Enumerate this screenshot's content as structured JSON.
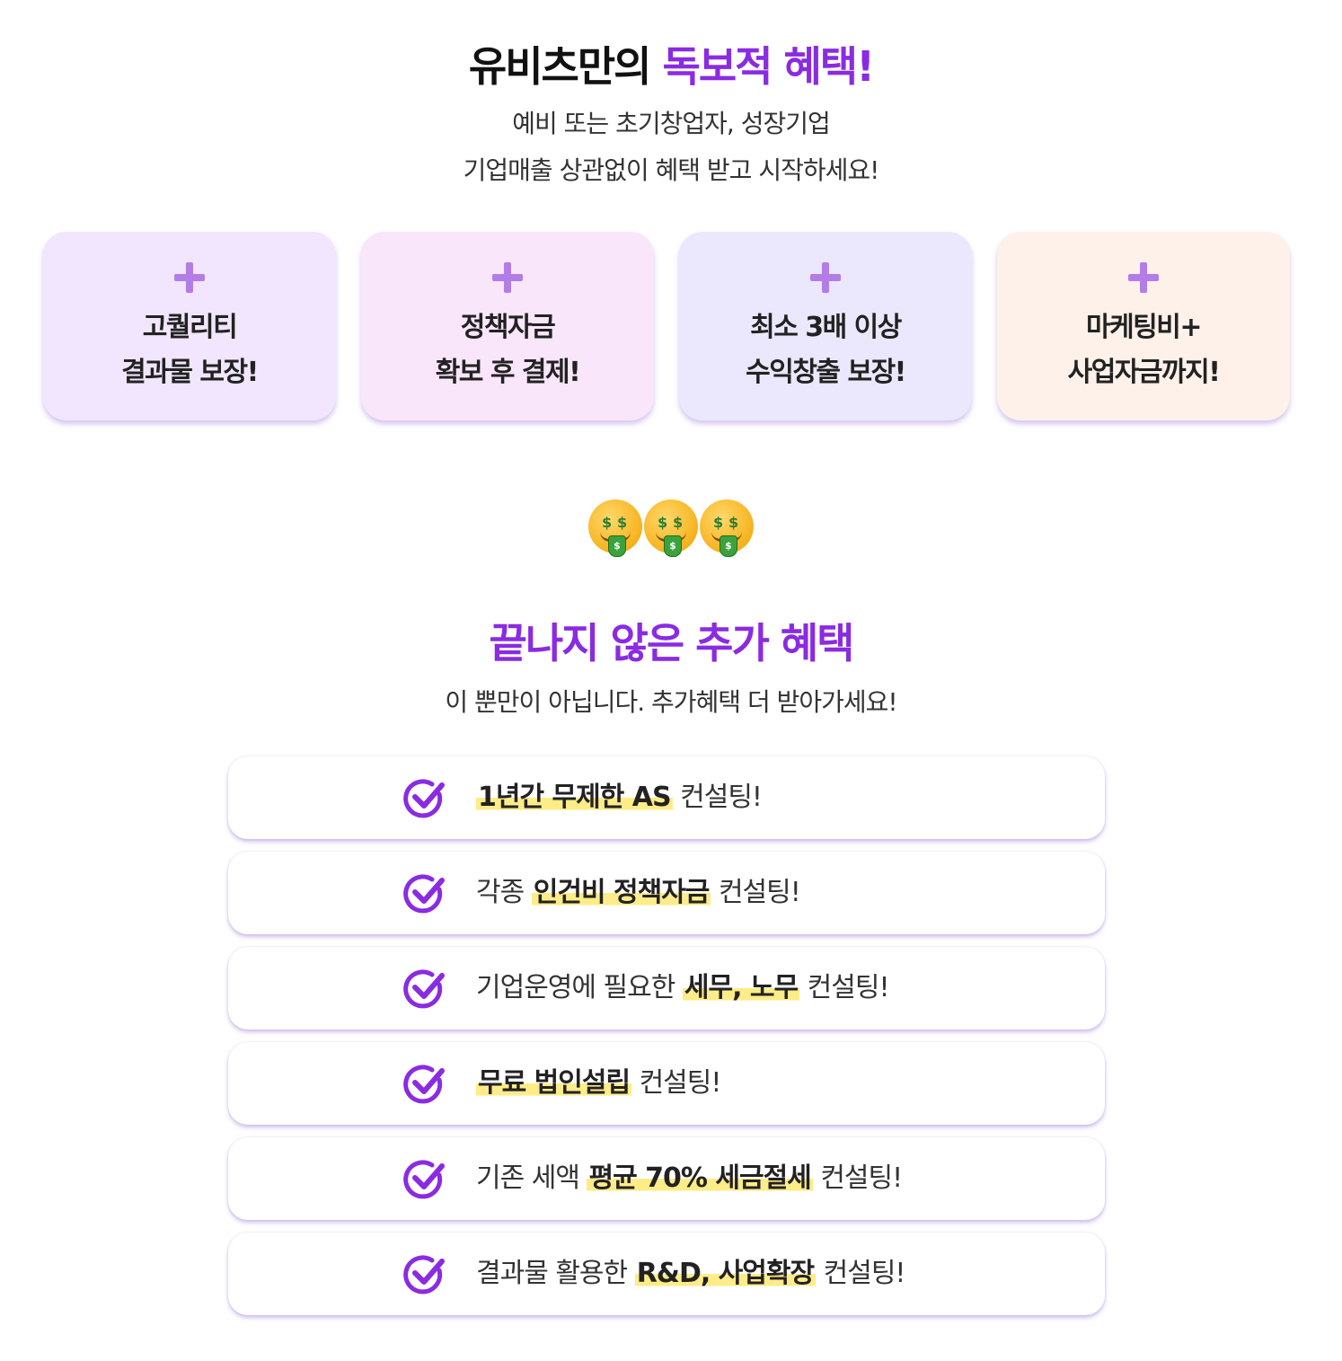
{
  "header": {
    "title_plain": "유비츠만의",
    "title_accent": "독보적 혜택!",
    "subtitle_line1": "예비 또는 초기창업자, 성장기업",
    "subtitle_line2": "기업매출 상관없이 혜택 받고 시작하세요!"
  },
  "cards": [
    {
      "line1": "고퀄리티",
      "line2": "결과물 보장!",
      "bg": "#f1e6fd"
    },
    {
      "line1": "정책자금",
      "line2": "확보 후 결제!",
      "bg": "#f9e6fb"
    },
    {
      "line1": "최소 3배 이상",
      "line2": "수익창출 보장!",
      "bg": "#ebe8fd"
    },
    {
      "line1": "마케팅비+",
      "line2": "사업자금까지!",
      "bg": "#fdf1ea"
    }
  ],
  "emoji": {
    "icon": "money-mouth-face-icon",
    "count": 3,
    "eye": "$",
    "tongue": "$"
  },
  "extra": {
    "title": "끝나지 않은 추가 혜택",
    "subtitle": "이 뿐만이 아닙니다. 추가혜택 더 받아가세요!"
  },
  "benefits": [
    {
      "pre": "",
      "highlight": "1년간 무제한 AS",
      "post": " 컨설팅!"
    },
    {
      "pre": "각종 ",
      "highlight": "인건비 정책자금",
      "post": " 컨설팅!"
    },
    {
      "pre": "기업운영에 필요한 ",
      "highlight": "세무, 노무",
      "post": " 컨설팅!"
    },
    {
      "pre": "",
      "highlight": "무료 법인설립",
      "post": " 컨설팅!"
    },
    {
      "pre": "기존 세액 ",
      "highlight": "평균 70% 세금절세",
      "post": " 컨설팅!"
    },
    {
      "pre": "결과물 활용한 ",
      "highlight": "R&D, 사업확장",
      "post": " 컨설팅!"
    }
  ],
  "colors": {
    "accent": "#8a2be2",
    "highlight": "#fdec88",
    "plus": "#b37de8",
    "check": "#8a2be2"
  }
}
